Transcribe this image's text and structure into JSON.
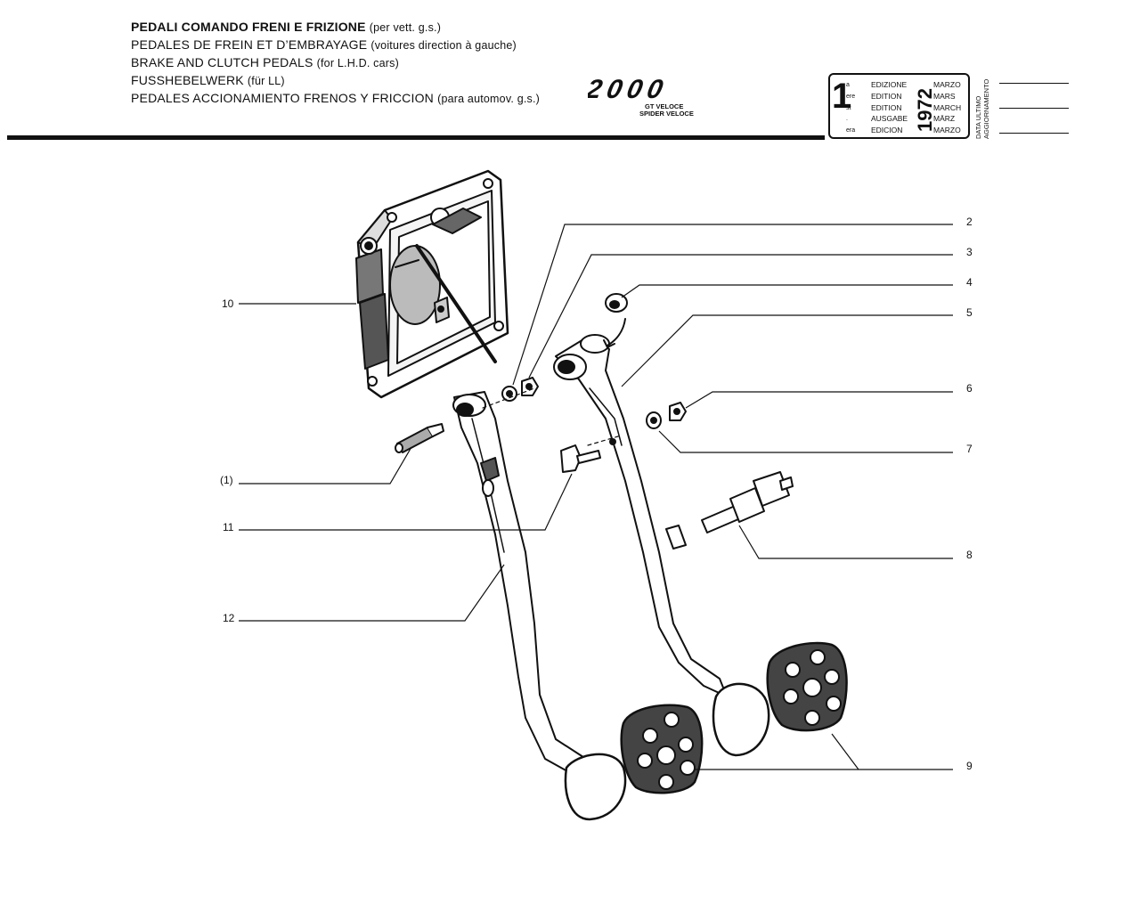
{
  "header": {
    "titles": [
      {
        "main": "PEDALI COMANDO FRENI E FRIZIONE",
        "sub": "(per vett. g.s.)"
      },
      {
        "main": "PEDALES DE FREIN ET D’EMBRAYAGE",
        "sub": "(voitures direction à gauche)"
      },
      {
        "main": "BRAKE AND CLUTCH PEDALS",
        "sub": "(for L.H.D. cars)"
      },
      {
        "main": "FUSSHEBELWERK",
        "sub": "(für LL)"
      },
      {
        "main": "PEDALES ACCIONAMIENTO FRENOS Y FRICCION",
        "sub": "(para automov. g.s.)"
      }
    ],
    "brand": {
      "logo_text": "2000",
      "line1": "GT VELOCE",
      "line2": "SPIDER VELOCE"
    }
  },
  "edition": {
    "number": "1",
    "suffixes": [
      "a",
      "ere",
      "st",
      ".",
      "era"
    ],
    "labels": [
      "EDIZIONE",
      "EDITION",
      "EDITION",
      "AUSGABE",
      "EDICION"
    ],
    "year": "1972",
    "months": [
      "MARZO",
      "MARS",
      "MARCH",
      "MÄRZ",
      "MARZO"
    ],
    "update_label_1": "DATA ULTIMO",
    "update_label_2": "AGGIORNAMENTO"
  },
  "callouts": {
    "c2": "2",
    "c3": "3",
    "c4": "4",
    "c5": "5",
    "c6": "6",
    "c7": "7",
    "c8": "8",
    "c9": "9",
    "c10": "10",
    "c1": "(1)",
    "c11": "11",
    "c12": "12"
  }
}
